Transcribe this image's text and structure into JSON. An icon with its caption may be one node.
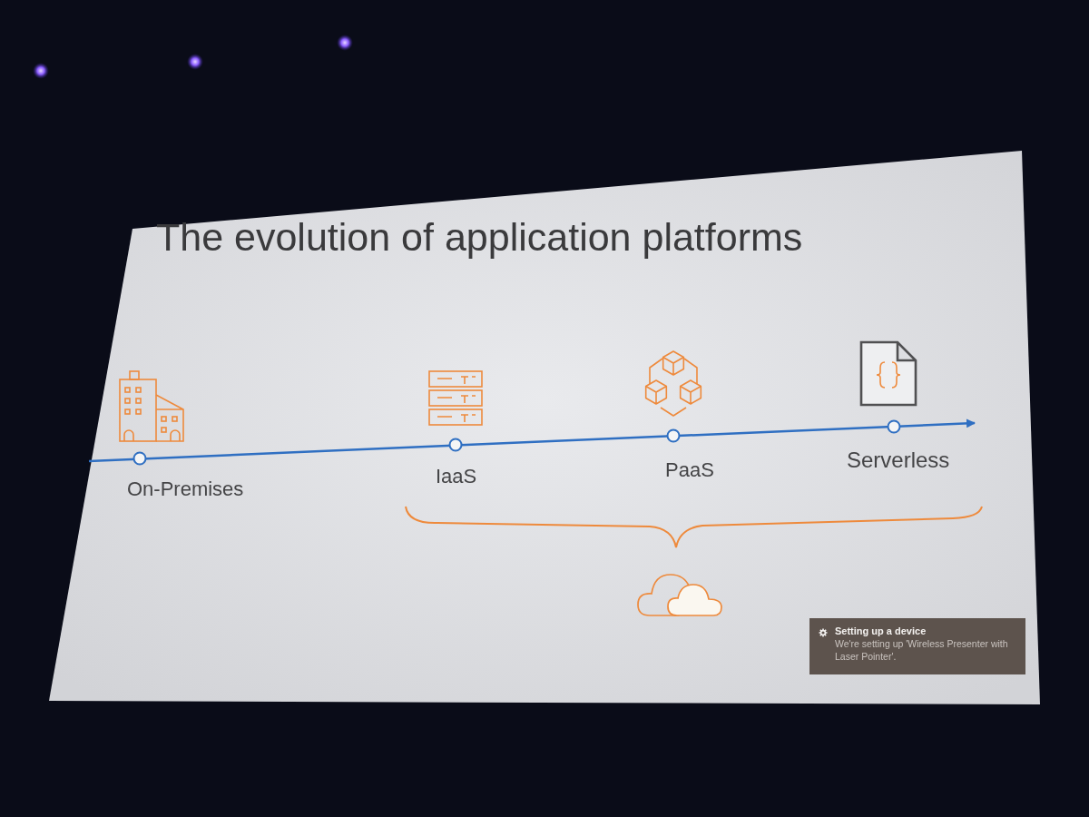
{
  "diagram": {
    "title": "The evolution of application platforms",
    "nodes": [
      {
        "text": [
          "Setting up a device",
          "We're setting up 'Wireless Presenter with Laser Pointer'."
        ]
      }
    ],
    "labels": [
      "On-Premises",
      "IaaS",
      "PaaS",
      "Serverless"
    ]
  }
}
